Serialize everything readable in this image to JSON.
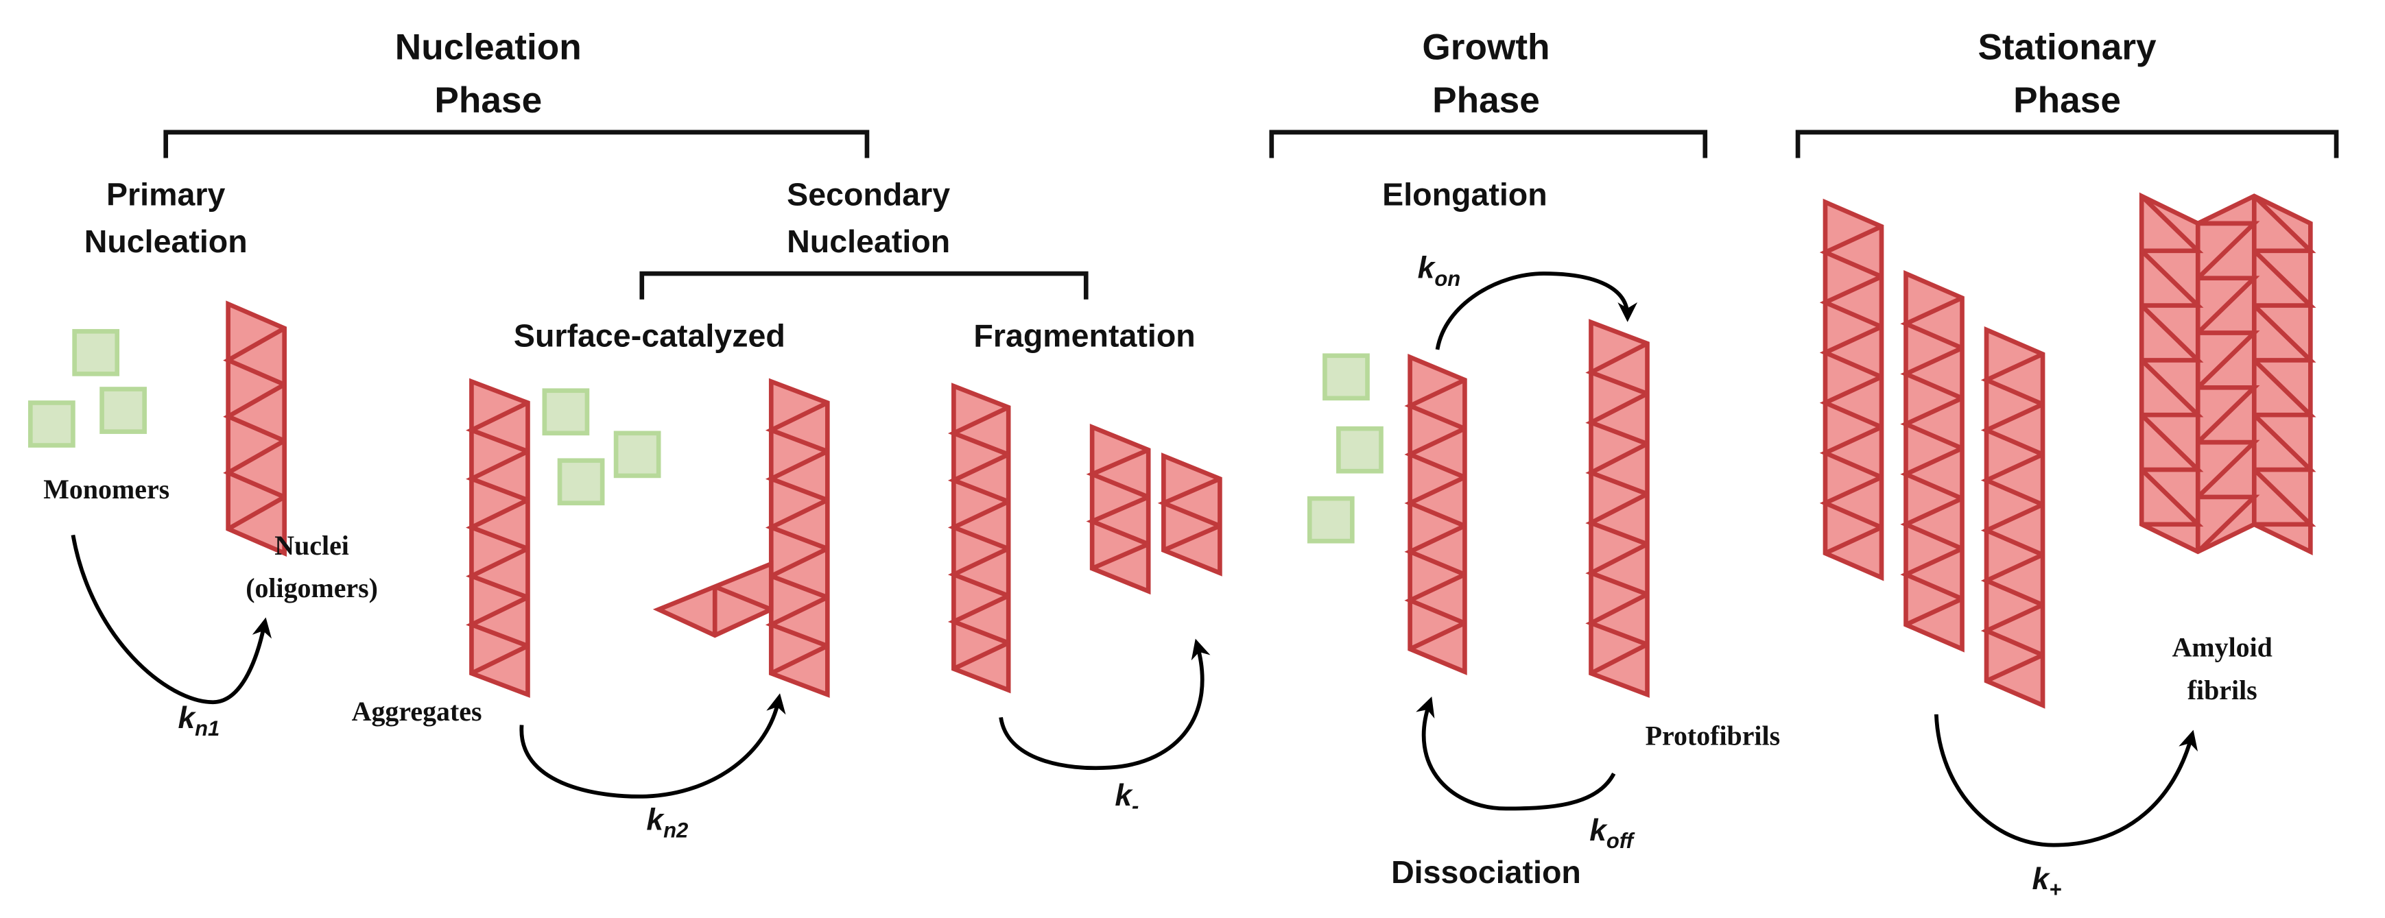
{
  "colors": {
    "fibril_fill": "#f09898",
    "fibril_stroke": "#c0393b",
    "monomer_fill": "#d6e6c4",
    "monomer_stroke": "#b7d99a",
    "text": "#111111"
  },
  "phases": [
    {
      "title_line1": "Nucleation",
      "title_line2": "Phase"
    },
    {
      "title_line1": "Growth",
      "title_line2": "Phase"
    },
    {
      "title_line1": "Stationary",
      "title_line2": "Phase"
    }
  ],
  "nucleation": {
    "primary": {
      "line1": "Primary",
      "line2": "Nucleation"
    },
    "secondary": {
      "line1": "Secondary",
      "line2": "Nucleation"
    },
    "surface_catalyzed": "Surface-catalyzed",
    "fragmentation": "Fragmentation"
  },
  "growth": {
    "elongation": "Elongation",
    "dissociation": "Dissociation"
  },
  "labels": {
    "monomers": "Monomers",
    "nuclei_line1": "Nuclei",
    "nuclei_line2": "(oligomers)",
    "aggregates": "Aggregates",
    "protofibrils": "Protofibrils",
    "amyloid_line1": "Amyloid",
    "amyloid_line2": "fibrils"
  },
  "rates": {
    "kn1": {
      "k": "k",
      "sub": "n1"
    },
    "kn2": {
      "k": "k",
      "sub": "n2"
    },
    "kminus": {
      "k": "k",
      "sub": "-"
    },
    "kon": {
      "k": "k",
      "sub": "on"
    },
    "koff": {
      "k": "k",
      "sub": "off"
    },
    "kplus": {
      "k": "k",
      "sub": "+"
    }
  },
  "fibrils": [
    {
      "id": "nucleus",
      "segments": 4
    },
    {
      "id": "aggregate",
      "segments": 6
    },
    {
      "id": "surface-product",
      "segments": 6
    },
    {
      "id": "fragmentation-parent",
      "segments": 6
    },
    {
      "id": "fragment-1",
      "segments": 3
    },
    {
      "id": "fragment-2",
      "segments": 2
    },
    {
      "id": "elongation-short",
      "segments": 6
    },
    {
      "id": "protofibril",
      "segments": 7
    },
    {
      "id": "stationary-protofibril-1",
      "segments": 7
    },
    {
      "id": "stationary-protofibril-2",
      "segments": 7
    },
    {
      "id": "stationary-protofibril-3",
      "segments": 7
    },
    {
      "id": "amyloid-fibril",
      "strands": 3,
      "segments": 6
    }
  ]
}
